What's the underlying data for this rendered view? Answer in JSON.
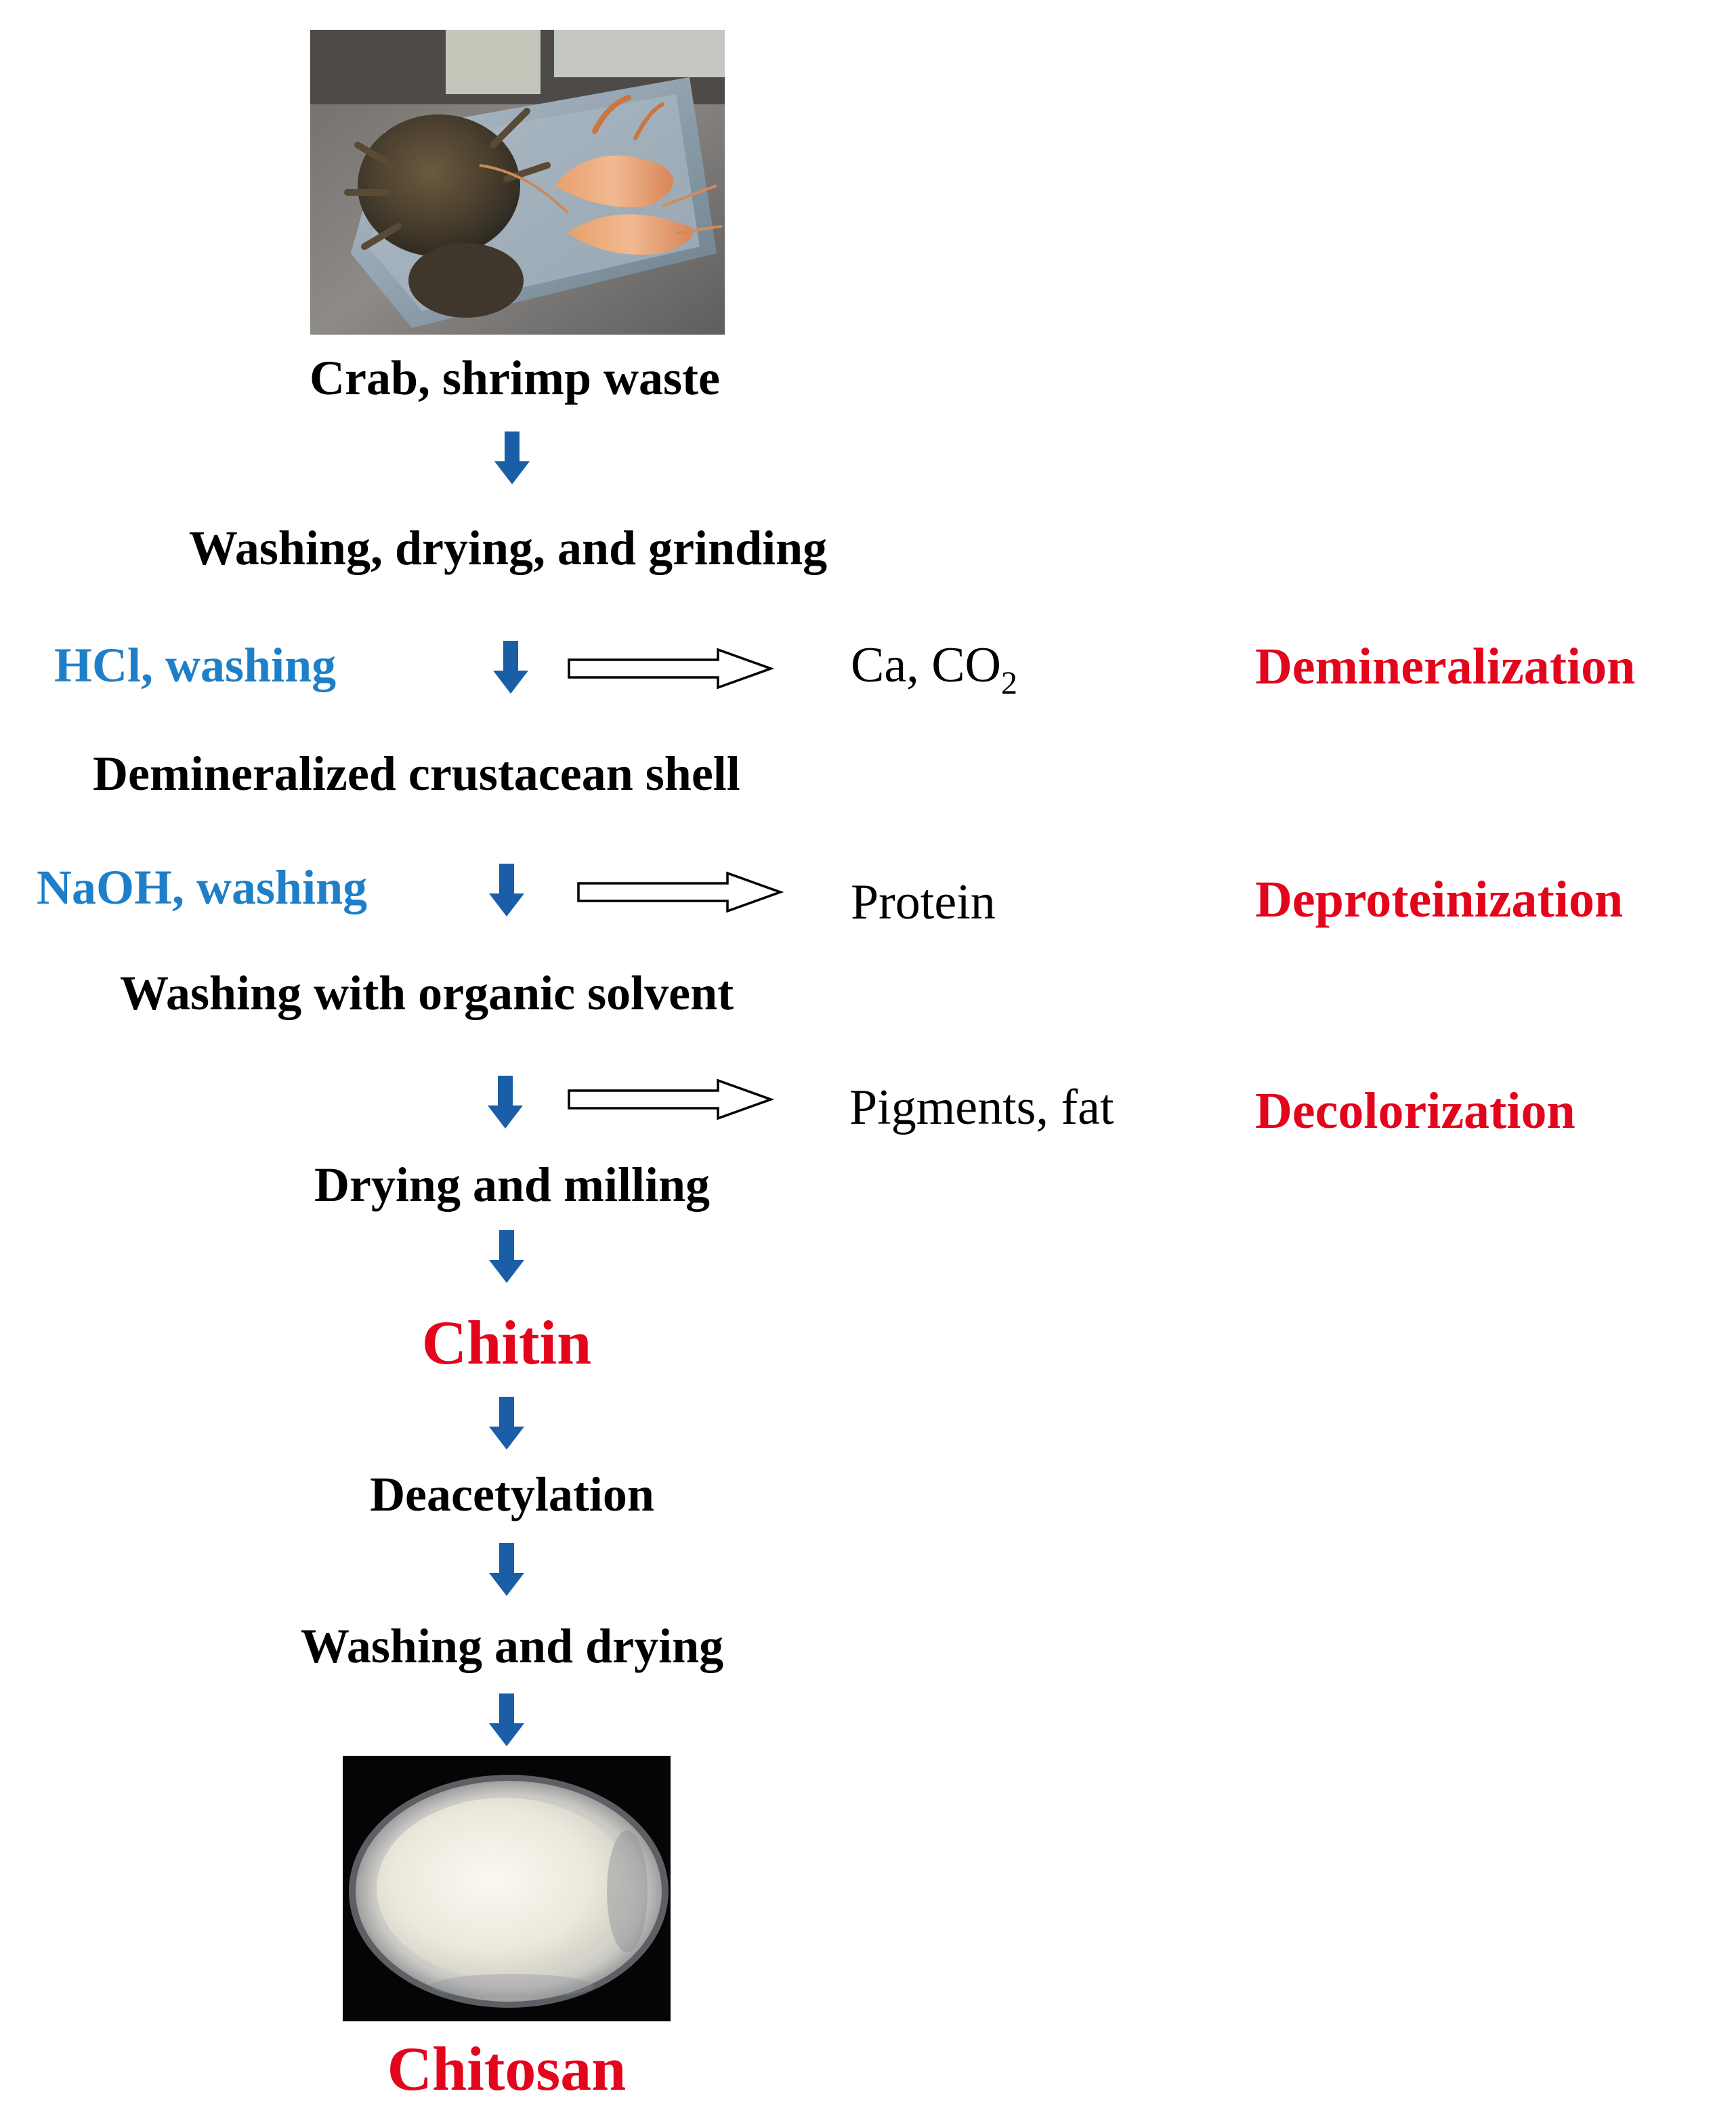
{
  "colors": {
    "step_text": "#000000",
    "reagent_text": "#1e7fc8",
    "stage_text": "#e3051b",
    "down_arrow": "#1a5ea8",
    "side_arrow_stroke": "#000000"
  },
  "icons": {
    "down_arrow": "thick-down-arrow-icon",
    "side_arrow": "hollow-right-arrow-icon"
  },
  "photos": {
    "raw_material": "crab-and-shrimp-on-metal-tray-photo",
    "final_product": "chitosan-powder-in-dish-photo"
  },
  "flow": {
    "start_label": "Crab, shrimp waste",
    "step1": "Washing, drying, and grinding",
    "stage1": {
      "reagent": "HCl, washing",
      "byproduct_main": "Ca, CO",
      "byproduct_sub": "2",
      "stage": "Demineralization"
    },
    "step2": "Demineralized  crustacean shell",
    "stage2": {
      "reagent": "NaOH, washing",
      "byproduct": "Protein",
      "stage": "Deproteinization"
    },
    "step3": "Washing  with organic solvent",
    "stage3": {
      "byproduct": "Pigments, fat",
      "stage": "Decolorization"
    },
    "step4": "Drying and milling",
    "chitin": "Chitin",
    "step5": "Deacetylation",
    "step6": "Washing and drying",
    "chitosan": "Chitosan"
  }
}
